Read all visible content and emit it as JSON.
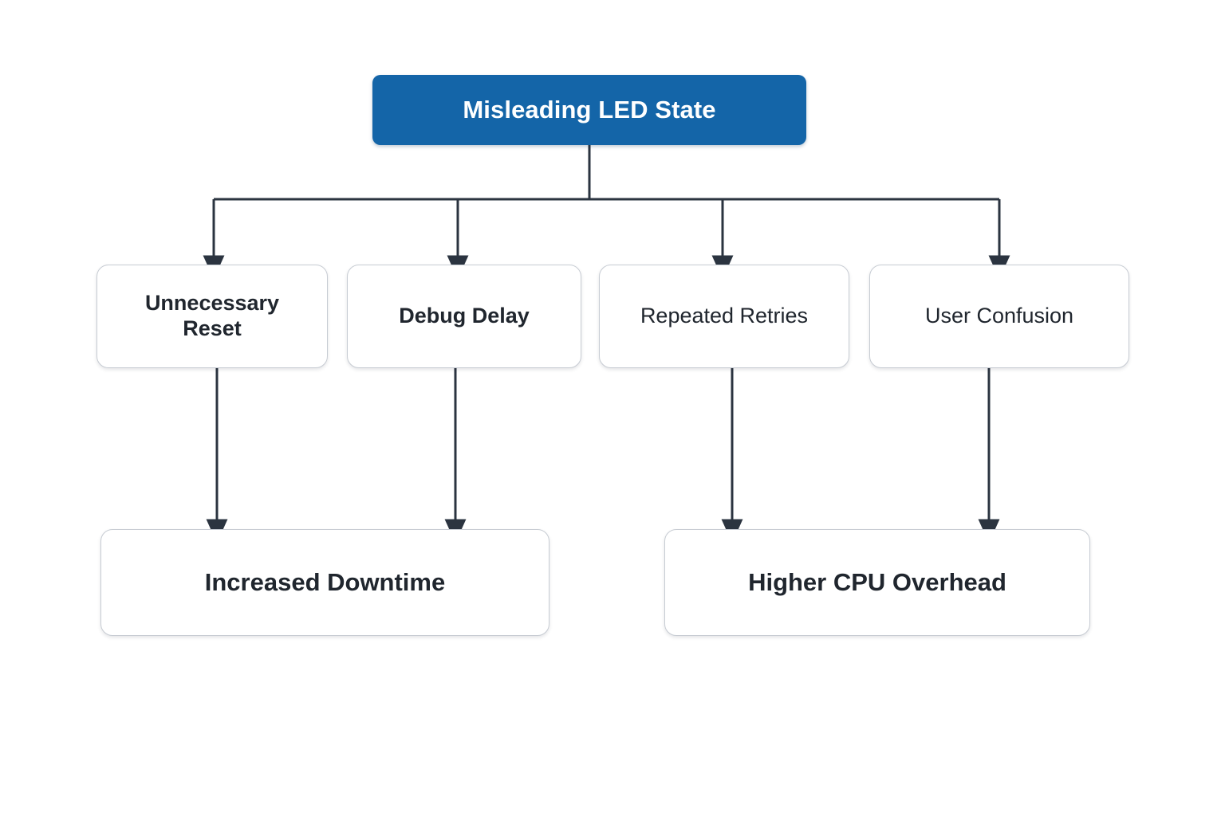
{
  "diagram": {
    "type": "flowchart-tree",
    "background_color": "#ffffff",
    "title_node": {
      "id": "root",
      "label": "Misleading LED State",
      "fill": "#1465a8",
      "text_color": "#ffffff"
    },
    "level2": [
      {
        "id": "unnecessary-reset",
        "label": "Unnecessary\nReset",
        "bold": true
      },
      {
        "id": "debug-delay",
        "label": "Debug Delay",
        "bold": true
      },
      {
        "id": "repeated-retries",
        "label": "Repeated Retries",
        "bold": false
      },
      {
        "id": "user-confusion",
        "label": "User Confusion",
        "bold": false
      }
    ],
    "level3": [
      {
        "id": "increased-downtime",
        "label": "Increased Downtime"
      },
      {
        "id": "higher-cpu-overhead",
        "label": "Higher CPU Overhead"
      }
    ],
    "edges": [
      {
        "from": "root",
        "to": "unnecessary-reset"
      },
      {
        "from": "root",
        "to": "debug-delay"
      },
      {
        "from": "root",
        "to": "repeated-retries"
      },
      {
        "from": "root",
        "to": "user-confusion"
      },
      {
        "from": "unnecessary-reset",
        "to": "increased-downtime"
      },
      {
        "from": "debug-delay",
        "to": "increased-downtime"
      },
      {
        "from": "repeated-retries",
        "to": "higher-cpu-overhead"
      },
      {
        "from": "user-confusion",
        "to": "higher-cpu-overhead"
      }
    ],
    "edge_color": "#2b3440",
    "node_border_color": "#c7ccd3",
    "node_text_color": "#20262e"
  }
}
